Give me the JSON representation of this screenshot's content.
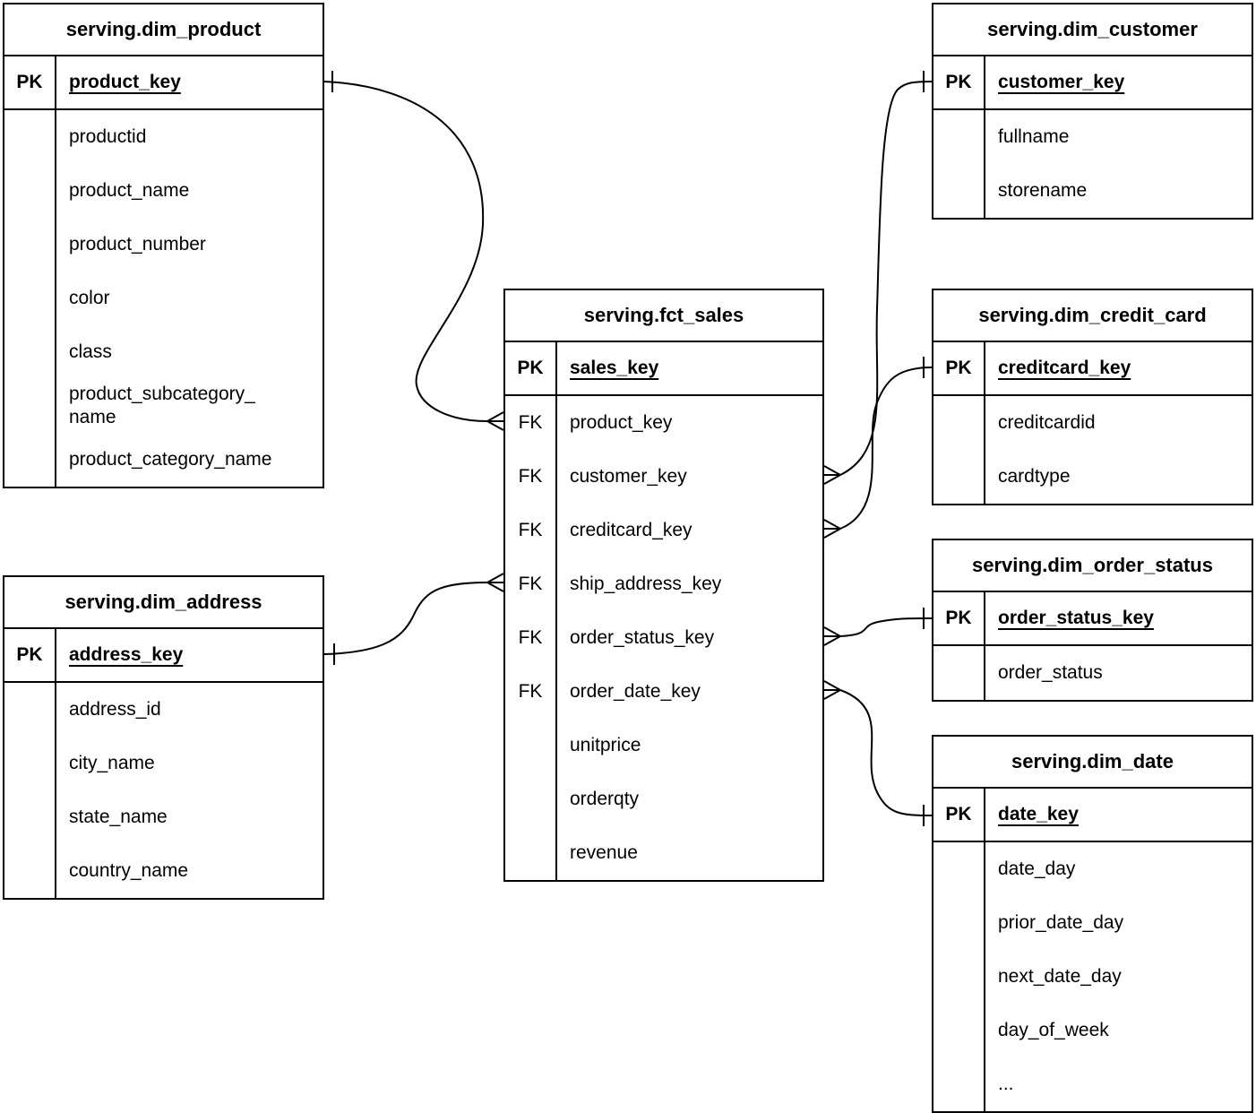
{
  "diagram": {
    "background": "#ffffff",
    "stroke_color": "#000000",
    "text_color": "#000000",
    "notation": "crows-foot",
    "tables": [
      {
        "id": "dim_product",
        "title": "serving.dim_product",
        "pk": {
          "label": "PK",
          "field": "product_key"
        },
        "columns": [
          {
            "key": "",
            "field": "productid"
          },
          {
            "key": "",
            "field": "product_name"
          },
          {
            "key": "",
            "field": "product_number"
          },
          {
            "key": "",
            "field": "color"
          },
          {
            "key": "",
            "field": "class"
          },
          {
            "key": "",
            "field": "product_subcategory_\nname"
          },
          {
            "key": "",
            "field": "product_category_name"
          }
        ]
      },
      {
        "id": "dim_customer",
        "title": "serving.dim_customer",
        "pk": {
          "label": "PK",
          "field": "customer_key"
        },
        "columns": [
          {
            "key": "",
            "field": "fullname"
          },
          {
            "key": "",
            "field": "storename"
          }
        ]
      },
      {
        "id": "fct_sales",
        "title": "serving.fct_sales",
        "pk": {
          "label": "PK",
          "field": "sales_key"
        },
        "columns": [
          {
            "key": "FK",
            "field": "product_key"
          },
          {
            "key": "FK",
            "field": "customer_key"
          },
          {
            "key": "FK",
            "field": "creditcard_key"
          },
          {
            "key": "FK",
            "field": "ship_address_key"
          },
          {
            "key": "FK",
            "field": "order_status_key"
          },
          {
            "key": "FK",
            "field": "order_date_key"
          },
          {
            "key": "",
            "field": "unitprice"
          },
          {
            "key": "",
            "field": "orderqty"
          },
          {
            "key": "",
            "field": "revenue"
          }
        ]
      },
      {
        "id": "dim_credit_card",
        "title": "serving.dim_credit_card",
        "pk": {
          "label": "PK",
          "field": "creditcard_key"
        },
        "columns": [
          {
            "key": "",
            "field": "creditcardid"
          },
          {
            "key": "",
            "field": "cardtype"
          }
        ]
      },
      {
        "id": "dim_order_status",
        "title": "serving.dim_order_status",
        "pk": {
          "label": "PK",
          "field": "order_status_key"
        },
        "columns": [
          {
            "key": "",
            "field": "order_status"
          }
        ]
      },
      {
        "id": "dim_date",
        "title": "serving.dim_date",
        "pk": {
          "label": "PK",
          "field": "date_key"
        },
        "columns": [
          {
            "key": "",
            "field": "date_day"
          },
          {
            "key": "",
            "field": "prior_date_day"
          },
          {
            "key": "",
            "field": "next_date_day"
          },
          {
            "key": "",
            "field": "day_of_week"
          },
          {
            "key": "",
            "field": "..."
          }
        ]
      },
      {
        "id": "dim_address",
        "title": "serving.dim_address",
        "pk": {
          "label": "PK",
          "field": "address_key"
        },
        "columns": [
          {
            "key": "",
            "field": "address_id"
          },
          {
            "key": "",
            "field": "city_name"
          },
          {
            "key": "",
            "field": "state_name"
          },
          {
            "key": "",
            "field": "country_name"
          }
        ]
      }
    ],
    "relationships": [
      {
        "id": "product",
        "one": {
          "table": "serving.dim_product",
          "field": "product_key"
        },
        "many": {
          "table": "serving.fct_sales",
          "field": "product_key"
        },
        "cardinality": "one-to-many"
      },
      {
        "id": "customer",
        "one": {
          "table": "serving.dim_customer",
          "field": "customer_key"
        },
        "many": {
          "table": "serving.fct_sales",
          "field": "customer_key"
        },
        "cardinality": "one-to-many"
      },
      {
        "id": "creditcard",
        "one": {
          "table": "serving.dim_credit_card",
          "field": "creditcard_key"
        },
        "many": {
          "table": "serving.fct_sales",
          "field": "creditcard_key"
        },
        "cardinality": "one-to-many"
      },
      {
        "id": "ship_address",
        "one": {
          "table": "serving.dim_address",
          "field": "address_key"
        },
        "many": {
          "table": "serving.fct_sales",
          "field": "ship_address_key"
        },
        "cardinality": "one-to-many"
      },
      {
        "id": "order_status",
        "one": {
          "table": "serving.dim_order_status",
          "field": "order_status_key"
        },
        "many": {
          "table": "serving.fct_sales",
          "field": "order_status_key"
        },
        "cardinality": "one-to-many"
      },
      {
        "id": "order_date",
        "one": {
          "table": "serving.dim_date",
          "field": "date_key"
        },
        "many": {
          "table": "serving.fct_sales",
          "field": "order_date_key"
        },
        "cardinality": "one-to-many"
      }
    ]
  }
}
